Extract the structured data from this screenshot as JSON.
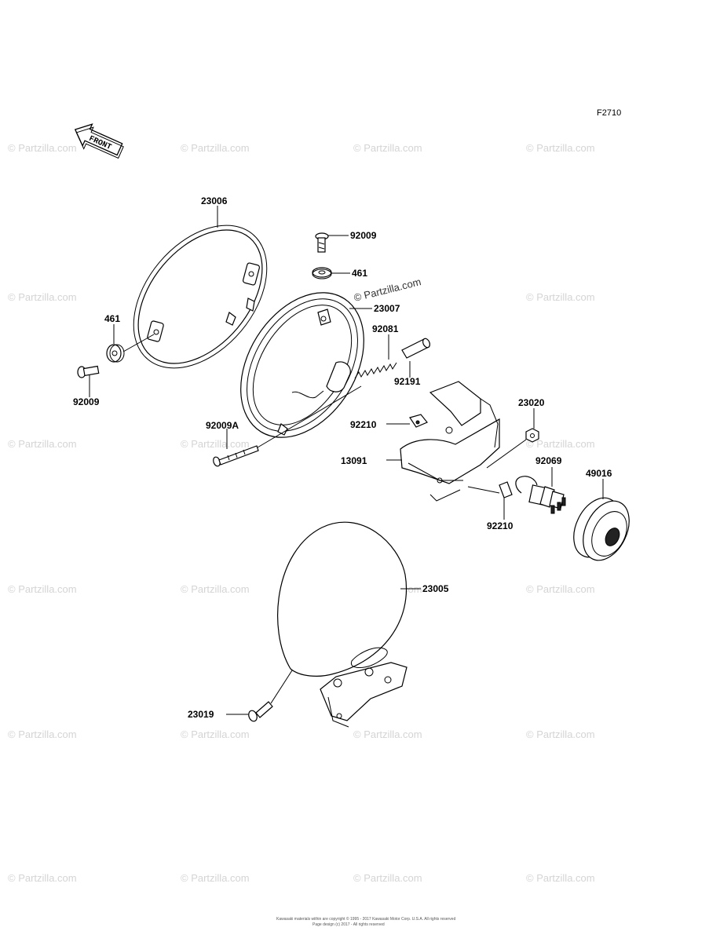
{
  "figure_code": "F2710",
  "front_label": "FRONT",
  "watermark_text": "© Partzilla.com",
  "copyright": {
    "line1": "Kawasaki materials within are copyright © 1995 - 2017 Kawasaki Motor Corp. U.S.A. All rights reserved",
    "line2": "Page design (c) 2017 - All rights reserved"
  },
  "parts": {
    "rim_23006": "23006",
    "screw_92009_top": "92009",
    "washer_461_top": "461",
    "housing_23007": "23007",
    "washer_461_left": "461",
    "screw_92009_left": "92009",
    "spring_92081": "92081",
    "collar_92191": "92191",
    "screw_92009A": "92009A",
    "clip_92210_upper": "92210",
    "nut_23020": "23020",
    "bracket_13091": "13091",
    "bulb_92069": "92069",
    "cap_49016": "49016",
    "clip_92210_lower": "92210",
    "lens_23005": "23005",
    "bolt_23019": "23019"
  },
  "colors": {
    "line": "#000000",
    "watermark": "#d4d4d4",
    "background": "#ffffff"
  }
}
